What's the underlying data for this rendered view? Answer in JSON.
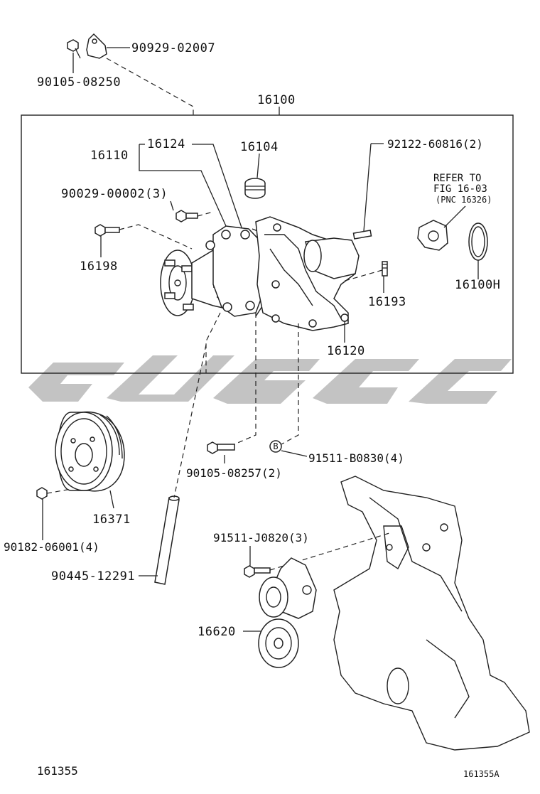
{
  "labels": {
    "p90929_02007": "90929-02007",
    "p90105_08250": "90105-08250",
    "p16100": "16100",
    "p16124": "16124",
    "p16110": "16110",
    "p16104": "16104",
    "p92122_60816": "92122-60816(2)",
    "refer_line1": "REFER TO",
    "refer_line2": "FIG 16-03",
    "refer_line3": "(PNC 16326)",
    "p90029_00002": "90029-00002(3)",
    "p16198": "16198",
    "p16100h": "16100H",
    "p16193": "16193",
    "p16120": "16120",
    "p90105_08257": "90105-08257(2)",
    "marker_b": "B",
    "p91511_b0830": "91511-B0830(4)",
    "p16371": "16371",
    "p90182_06001": "90182-06001(4)",
    "p90445_12291": "90445-12291",
    "p91511_j0820": "91511-J0820(3)",
    "p16620": "16620",
    "fig_left": "161355",
    "fig_right": "161355A"
  },
  "colors": {
    "line": "#222222",
    "watermark": "#b9b9b9",
    "background": "#ffffff"
  }
}
